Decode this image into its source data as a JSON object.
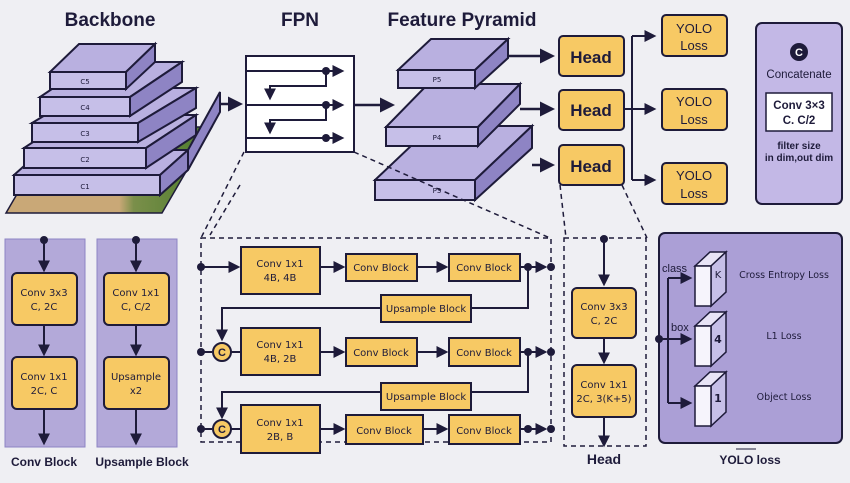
{
  "colors": {
    "background": "#efeff3",
    "ink": "#1e1b3a",
    "block_fill": "#f7c964",
    "panel_fill": "#b3a9d9",
    "layer_top": "#b9b0e0",
    "layer_front": "#c6bfe8",
    "layer_side": "#8e84c4"
  },
  "titles": {
    "backbone": "Backbone",
    "fpn": "FPN",
    "feature_pyramid": "Feature Pyramid"
  },
  "backbone_layers": [
    "C5",
    "C4",
    "C3",
    "C2",
    "C1"
  ],
  "pyramid_layers": [
    "P5",
    "P4",
    "P3"
  ],
  "heads": [
    "Head",
    "Head",
    "Head"
  ],
  "yolo_losses": [
    {
      "line1": "YOLO",
      "line2": "Loss"
    },
    {
      "line1": "YOLO",
      "line2": "Loss"
    },
    {
      "line1": "YOLO",
      "line2": "Loss"
    }
  ],
  "legend": {
    "concat_symbol": "C",
    "concat_label": "Concatenate",
    "conv_line1": "Conv 3×3",
    "conv_line2": "C. C/2",
    "note_line1": "filter size",
    "note_line2": "in dim,out dim"
  },
  "conv_block": {
    "title": "Conv Block",
    "steps": [
      {
        "line1": "Conv 3x3",
        "line2": "C, 2C"
      },
      {
        "line1": "Conv 1x1",
        "line2": "2C, C"
      }
    ]
  },
  "upsample_block": {
    "title": "Upsample Block",
    "steps": [
      {
        "line1": "Conv 1x1",
        "line2": "C, C/2"
      },
      {
        "line1": "Upsample",
        "line2": "x2"
      }
    ]
  },
  "fpn_detail": {
    "concat_symbol": "C",
    "rows": [
      {
        "conv_line1": "Conv 1x1",
        "conv_line2": "4B, 4B",
        "block1": "Conv Block",
        "block2": "Conv Block"
      },
      {
        "conv_line1": "Conv 1x1",
        "conv_line2": "4B, 2B",
        "block1": "Conv Block",
        "block2": "Conv Block"
      },
      {
        "conv_line1": "Conv 1x1",
        "conv_line2": "2B, B",
        "block1": "Conv Block",
        "block2": "Conv Block"
      }
    ],
    "upsample_labels": [
      "Upsample Block",
      "Upsample Block"
    ]
  },
  "head_detail": {
    "title": "Head",
    "steps": [
      {
        "line1": "Conv 3x3",
        "line2": "C, 2C"
      },
      {
        "line1": "Conv 1x1",
        "line2": "2C, 3(K+5)"
      }
    ]
  },
  "yolo_loss_detail": {
    "title": "YOLO loss",
    "branches": [
      {
        "label": "class",
        "channel": "K",
        "loss": "Cross Entropy Loss"
      },
      {
        "label": "box",
        "channel": "4",
        "loss": "L1 Loss"
      },
      {
        "label": "",
        "channel": "1",
        "loss": "Object Loss"
      }
    ]
  }
}
